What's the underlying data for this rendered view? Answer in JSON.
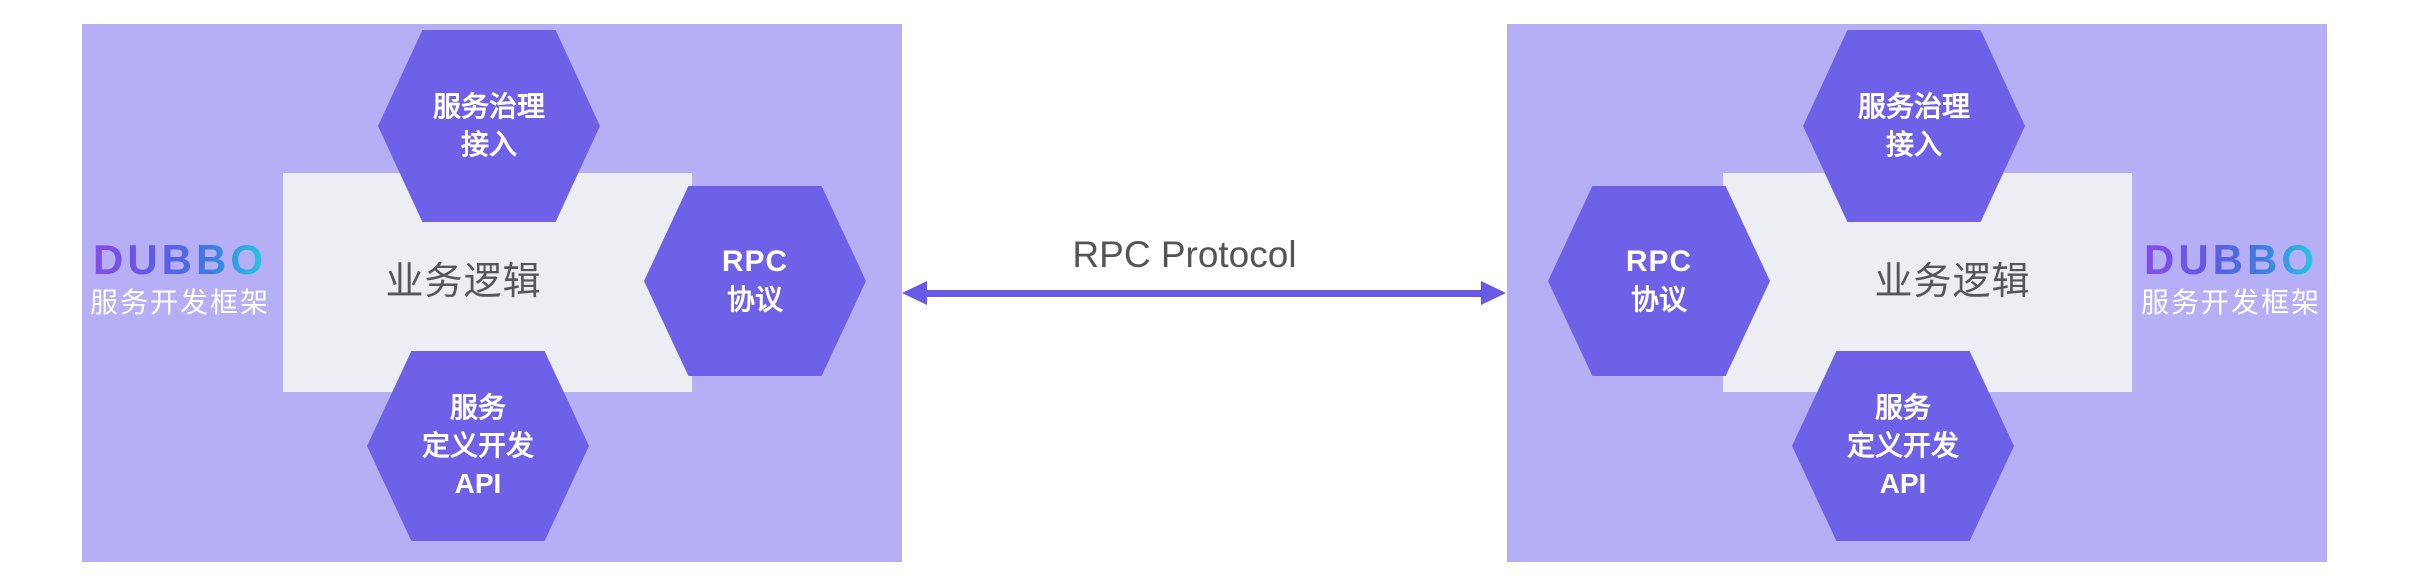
{
  "colors": {
    "page_bg": "#ffffff",
    "box_bg": "#b7aff5",
    "hexagon_fill": "#6e61e7",
    "logic_rect_bg": "#edeef4",
    "logic_text": "#54565b",
    "arrow": "#6a59e5",
    "connector_text": "#515459",
    "hexagon_text": "#ffffff",
    "logo_gradient": [
      "#8a4ae8",
      "#5f5ae6",
      "#3f7ae0",
      "#22d3e2"
    ],
    "logo_subtitle_text": "#ffffff"
  },
  "connector": {
    "label": "RPC Protocol",
    "style": "double-headed-arrow"
  },
  "boxes": [
    {
      "side": "left",
      "logo": {
        "title": "DUBBO",
        "subtitle": "服务开发框架"
      },
      "logic_label": "业务逻辑",
      "hexagons": {
        "governance": {
          "lines": [
            "服务治理",
            "接入"
          ]
        },
        "api": {
          "lines": [
            "服务",
            "定义开发",
            "API"
          ]
        },
        "rpc": {
          "lines": [
            "RPC",
            "协议"
          ]
        }
      }
    },
    {
      "side": "right",
      "logo": {
        "title": "DUBBO",
        "subtitle": "服务开发框架"
      },
      "logic_label": "业务逻辑",
      "hexagons": {
        "governance": {
          "lines": [
            "服务治理",
            "接入"
          ]
        },
        "api": {
          "lines": [
            "服务",
            "定义开发",
            "API"
          ]
        },
        "rpc": {
          "lines": [
            "RPC",
            "协议"
          ]
        }
      }
    }
  ]
}
